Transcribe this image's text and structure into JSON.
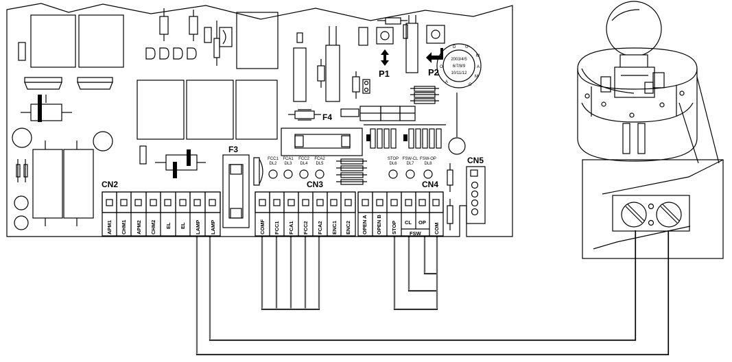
{
  "board": {
    "connector_cn2": "CN2",
    "connector_cn3": "CN3",
    "connector_cn4": "CN4",
    "connector_cn5": "CN5",
    "fuse_f3": "F3",
    "fuse_f4": "F4",
    "button_p1": "P1",
    "button_p2": "P2"
  },
  "cn2_terminals": [
    "APM1",
    "CHM1",
    "APM2",
    "CHM2",
    "EL",
    "EL",
    "LAMP",
    "LAMP"
  ],
  "cn3_terminals": [
    "COMF",
    "FCC1",
    "FCA1",
    "FCC2",
    "FCA2",
    "ENC1",
    "ENC2"
  ],
  "cn4_terminals": [
    "OPEN A",
    "OPEN B",
    "STOP",
    "CL",
    "OP",
    "COM"
  ],
  "cn4_group_label": "FSW",
  "leds_left": [
    {
      "top": "FCC1",
      "bottom": "DL2"
    },
    {
      "top": "FCA1",
      "bottom": "DL3"
    },
    {
      "top": "FCC2",
      "bottom": "DL4"
    },
    {
      "top": "FCA2",
      "bottom": "DL5"
    }
  ],
  "leds_right": [
    {
      "top": "STOP",
      "bottom": "DL6"
    },
    {
      "top": "FSW-CL",
      "bottom": "DL7"
    },
    {
      "top": "FSW-OP",
      "bottom": "DL8"
    }
  ],
  "date_dial": {
    "line1": "2003/4/5",
    "line2": "6/7/8/9",
    "line3": "10/11/12",
    "letters_top": [
      "D",
      "G"
    ],
    "letter_left": "O",
    "letters_right": [
      "M",
      "A",
      "M"
    ],
    "letters_bottom": [
      "A",
      "G"
    ]
  }
}
